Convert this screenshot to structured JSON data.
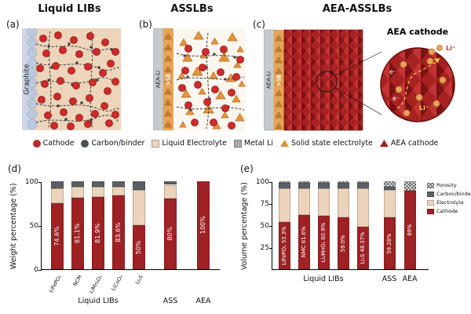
{
  "figure": {
    "panels": {
      "a": {
        "letter": "(a)",
        "title": "Liquid LIBs",
        "anode_label": "Graphite"
      },
      "b": {
        "letter": "(b)",
        "title": "ASSLBs",
        "anode_label": "AEA-Li",
        "electrolyte_label": "SSE"
      },
      "c": {
        "letter": "(c)",
        "title": "AEA-ASSLBs",
        "anode_label": "AEA-Li",
        "electrolyte_label": "SSE",
        "inset_title": "AEA cathode",
        "inset_labels": {
          "electron": "e⁻",
          "ion": "Li⁺"
        }
      }
    },
    "legend": [
      {
        "label": "Cathode",
        "icon": "circle",
        "color": "#c0292c"
      },
      {
        "label": "Carbon/binder",
        "icon": "circle",
        "color": "#4b5055"
      },
      {
        "label": "Liquid Electrolyte",
        "icon": "square",
        "color": "#ecd3bb"
      },
      {
        "label": "Metal Li",
        "icon": "square",
        "color": "#a6abb0"
      },
      {
        "label": "Solid state electrolyte",
        "icon": "triangle",
        "color": "#e3923d"
      },
      {
        "label": "AEA cathode",
        "icon": "triangle",
        "color": "#aa1f1f"
      }
    ]
  },
  "chart_data": [
    {
      "id": "d",
      "type": "bar",
      "subtype": "stacked",
      "panel_label": "(d)",
      "ylabel": "Weight percentage (%)",
      "ylim": [
        0,
        100
      ],
      "yticks": [
        0,
        50,
        100
      ],
      "grid": false,
      "segments": [
        {
          "key": "cathode",
          "label": "Cathode",
          "color": "#9e2124"
        },
        {
          "key": "electrolyte",
          "label": "Electrolyte",
          "color": "#ecd3bb"
        },
        {
          "key": "carbon_binder",
          "label": "Carbon/binder",
          "color": "#5b6066"
        },
        {
          "key": "porosity",
          "label": "Porosity",
          "color": "hatch"
        }
      ],
      "bars": [
        {
          "name": "LiFePO₄",
          "group": "Liquid LIBs",
          "inner_label": "74.6%",
          "below_label": "LiFePO₄",
          "cathode": 74.6,
          "electrolyte": 17.4,
          "carbon_binder": 8.0,
          "porosity": 0
        },
        {
          "name": "NCM",
          "group": "Liquid LIBs",
          "inner_label": "81.1%",
          "below_label": "NCM",
          "cathode": 81.1,
          "electrolyte": 12.9,
          "carbon_binder": 6.0,
          "porosity": 0
        },
        {
          "name": "LiMn₂O₄",
          "group": "Liquid LIBs",
          "inner_label": "81.9%",
          "below_label": "LiMn₂O₄",
          "cathode": 81.9,
          "electrolyte": 12.1,
          "carbon_binder": 6.0,
          "porosity": 0
        },
        {
          "name": "LiCoO₂",
          "group": "Liquid LIBs",
          "inner_label": "83.6%",
          "below_label": "LiCoO₂",
          "cathode": 83.6,
          "electrolyte": 10.4,
          "carbon_binder": 6.0,
          "porosity": 0
        },
        {
          "name": "Li₂S",
          "group": "Liquid LIBs",
          "inner_label": "50%",
          "below_label": "Li₂S",
          "cathode": 50.0,
          "electrolyte": 40.0,
          "carbon_binder": 10.0,
          "porosity": 0
        },
        {
          "name": "ASS",
          "group": "ASS",
          "inner_label": "80%",
          "below_label": "",
          "cathode": 80.0,
          "electrolyte": 16.0,
          "carbon_binder": 4.0,
          "porosity": 0
        },
        {
          "name": "AEA",
          "group": "AEA",
          "inner_label": "100%",
          "below_label": "",
          "cathode": 100.0,
          "electrolyte": 0,
          "carbon_binder": 0,
          "porosity": 0
        }
      ],
      "group_labels": [
        "Liquid LIBs",
        "ASS",
        "AEA"
      ]
    },
    {
      "id": "e",
      "type": "bar",
      "subtype": "stacked",
      "panel_label": "(e)",
      "ylabel": "Volume percentage (%)",
      "ylim": [
        0,
        100
      ],
      "yticks": [
        25,
        50,
        75,
        100
      ],
      "grid": false,
      "legend": [
        "Porosity",
        "Carbon/binder",
        "Electrolyte",
        "Cathode"
      ],
      "segments": [
        {
          "key": "cathode",
          "label": "Cathode",
          "color": "#9e2124"
        },
        {
          "key": "electrolyte",
          "label": "Electrolyte",
          "color": "#ecd3bb"
        },
        {
          "key": "carbon_binder",
          "label": "Carbon/binder",
          "color": "#5b6066"
        },
        {
          "key": "porosity",
          "label": "Porosity",
          "color": "hatch"
        }
      ],
      "bars": [
        {
          "name": "LiFePO₄",
          "group": "Liquid LIBs",
          "inner_label": "LiFePO₄ 53.3%",
          "below_label": "",
          "cathode": 53.3,
          "electrolyte": 38.7,
          "carbon_binder": 6.0,
          "porosity": 2.0
        },
        {
          "name": "NMC",
          "group": "Liquid LIBs",
          "inner_label": "NMC 61.6%",
          "below_label": "",
          "cathode": 61.6,
          "electrolyte": 30.4,
          "carbon_binder": 6.0,
          "porosity": 2.0
        },
        {
          "name": "Li₂MnO₄",
          "group": "Liquid LIBs",
          "inner_label": "Li₂MnO₄ 60.9%",
          "below_label": "",
          "cathode": 60.9,
          "electrolyte": 31.1,
          "carbon_binder": 6.0,
          "porosity": 2.0
        },
        {
          "name": "LiCoO₂",
          "group": "Liquid LIBs",
          "inner_label": "59.0%",
          "below_label": "",
          "cathode": 59.0,
          "electrolyte": 33.0,
          "carbon_binder": 6.0,
          "porosity": 2.0
        },
        {
          "name": "Li₂S",
          "group": "Liquid LIBs",
          "inner_label": "Li₂S 48.37%",
          "below_label": "",
          "cathode": 48.37,
          "electrolyte": 43.63,
          "carbon_binder": 6.0,
          "porosity": 2.0
        },
        {
          "name": "ASS",
          "group": "ASS",
          "inner_label": "59.28%",
          "below_label": "",
          "cathode": 59.28,
          "electrolyte": 30.72,
          "carbon_binder": 4.0,
          "porosity": 6.0
        },
        {
          "name": "AEA",
          "group": "AEA",
          "inner_label": "89%",
          "below_label": "",
          "cathode": 89.0,
          "electrolyte": 0,
          "carbon_binder": 0,
          "porosity": 11.0
        }
      ],
      "group_labels": [
        "Liquid LIBs",
        "ASS",
        "AEA"
      ]
    }
  ]
}
